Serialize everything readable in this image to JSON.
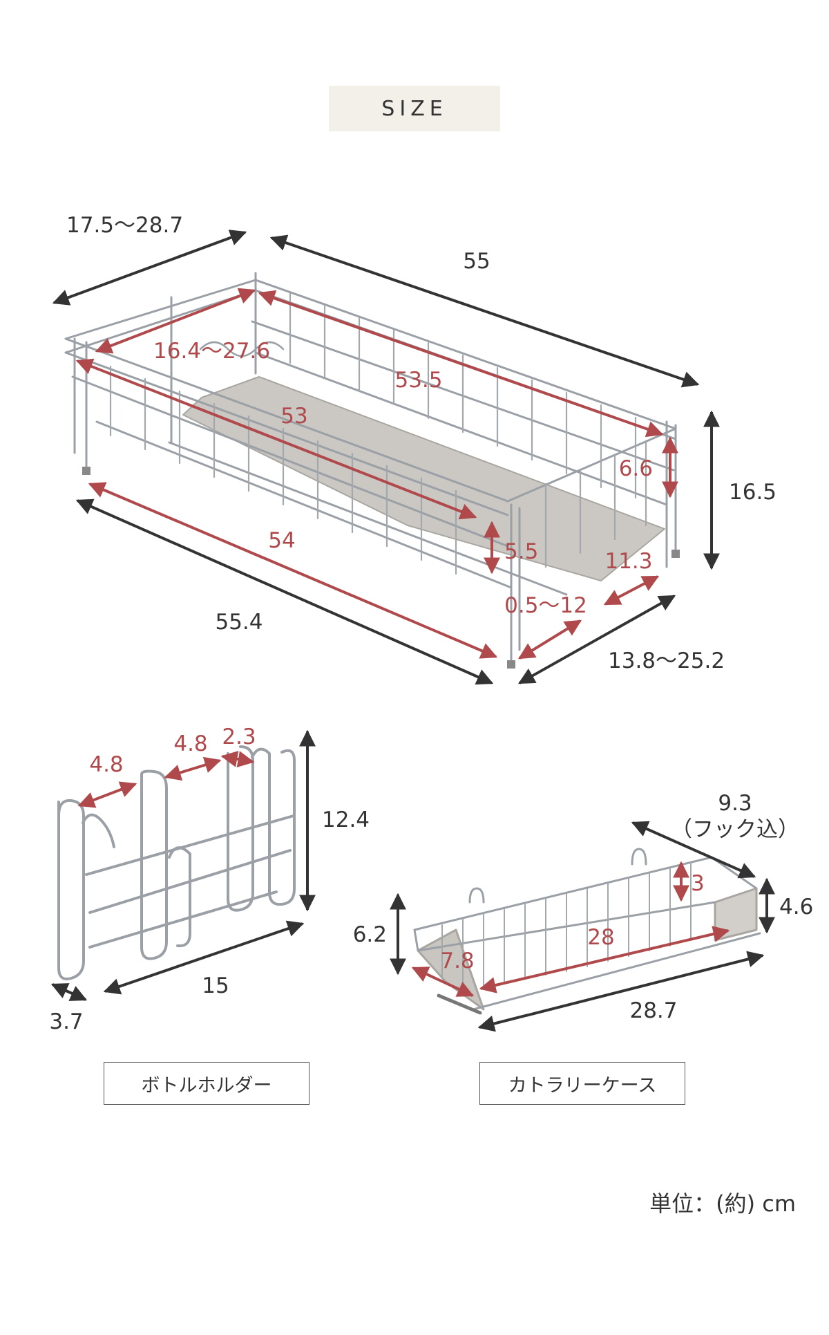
{
  "heading": "SIZE",
  "dish_rack": {
    "dimensions": {
      "depth_outer": "17.5〜28.7",
      "length_top": "55",
      "depth_inner": "16.4〜27.6",
      "length_inner_back": "53.5",
      "length_inner_front": "53",
      "height_side": "6.6",
      "height_total": "16.5",
      "length_bottom_inner": "54",
      "height_front": "5.5",
      "leg_width": "11.3",
      "leg_adjust": "0.5〜12",
      "length_bottom": "55.4",
      "depth_bottom": "13.8〜25.2"
    }
  },
  "bottle_holder": {
    "label": "ボトルホルダー",
    "dimensions": {
      "gap_left": "4.8",
      "gap_middle": "4.8",
      "hook_width": "2.3",
      "height": "12.4",
      "width": "15",
      "depth": "3.7"
    }
  },
  "cutlery_case": {
    "label": "カトラリーケース",
    "dimensions": {
      "depth": "9.3",
      "depth_note": "（フック込）",
      "inner_height": "3",
      "side_height": "4.6",
      "height": "6.2",
      "inner_depth": "7.8",
      "inner_length": "28",
      "length": "28.7"
    }
  },
  "unit_note": "単位：(約) cm",
  "colors": {
    "dimension_dark": "#333333",
    "dimension_red": "#b0494c",
    "badge_bg": "#f3f0ea",
    "wire": "#9aa0a6",
    "tray": "#c9c6c1"
  }
}
